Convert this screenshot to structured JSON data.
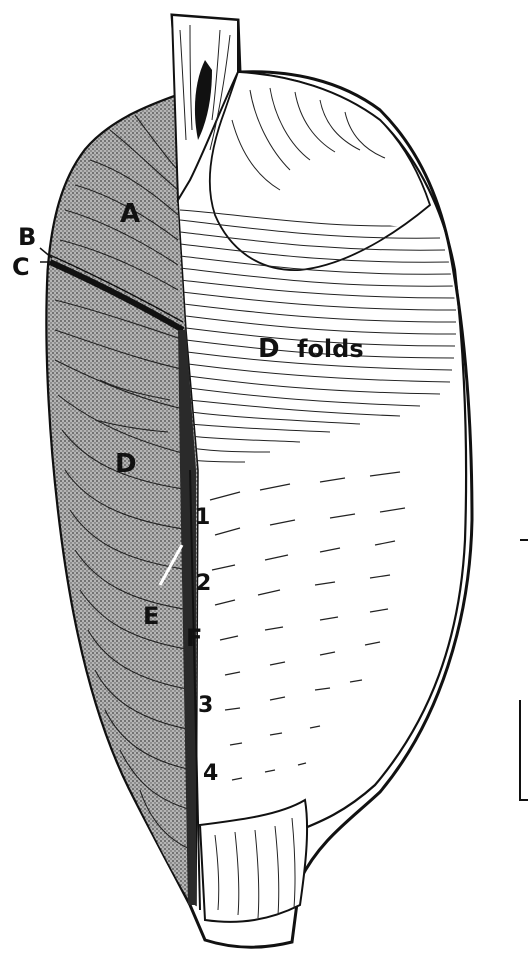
{
  "labels": {
    "A": "A",
    "B": "B",
    "C": "C",
    "D_left": "D",
    "D_right": "D",
    "folds": "folds",
    "E": "E",
    "F": "F",
    "n1": "1",
    "n2": "2",
    "n3": "3",
    "n4": "4"
  },
  "colors": {
    "ink": "#111111",
    "shade": "#8a8a8a",
    "paper": "#ffffff"
  }
}
